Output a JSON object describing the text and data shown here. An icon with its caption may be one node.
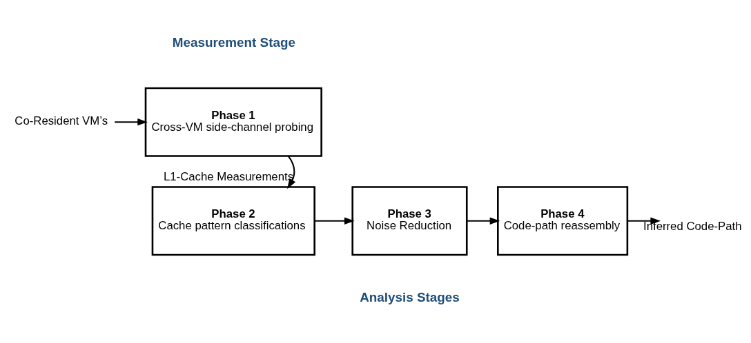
{
  "diagram": {
    "nodes": [
      {
        "text": [
          "Co-Resident VM’s"
        ]
      },
      {
        "text": [
          "Phase 1",
          "Cross-VM side-channel probing"
        ]
      },
      {
        "text": [
          "Phase 2",
          "Cache pattern classifications"
        ]
      },
      {
        "text": [
          "Phase 3",
          "Noise Reduction"
        ]
      },
      {
        "text": [
          "Phase 4",
          "Code-path reassembly"
        ]
      }
    ],
    "edges": [
      {
        "from": 0,
        "to": 1,
        "arrow": "to"
      },
      {
        "from": 1,
        "to": 2,
        "arrow": "to",
        "label": "L1-Cache Measurements"
      },
      {
        "from": 2,
        "to": 3,
        "arrow": "to"
      },
      {
        "from": 3,
        "to": 4,
        "arrow": "to"
      },
      {
        "from": 4,
        "to": null,
        "arrow": "to",
        "label": "Inferred Code-Path"
      }
    ],
    "labels": [
      "Measurement Stage",
      "Analysis Stages"
    ]
  }
}
